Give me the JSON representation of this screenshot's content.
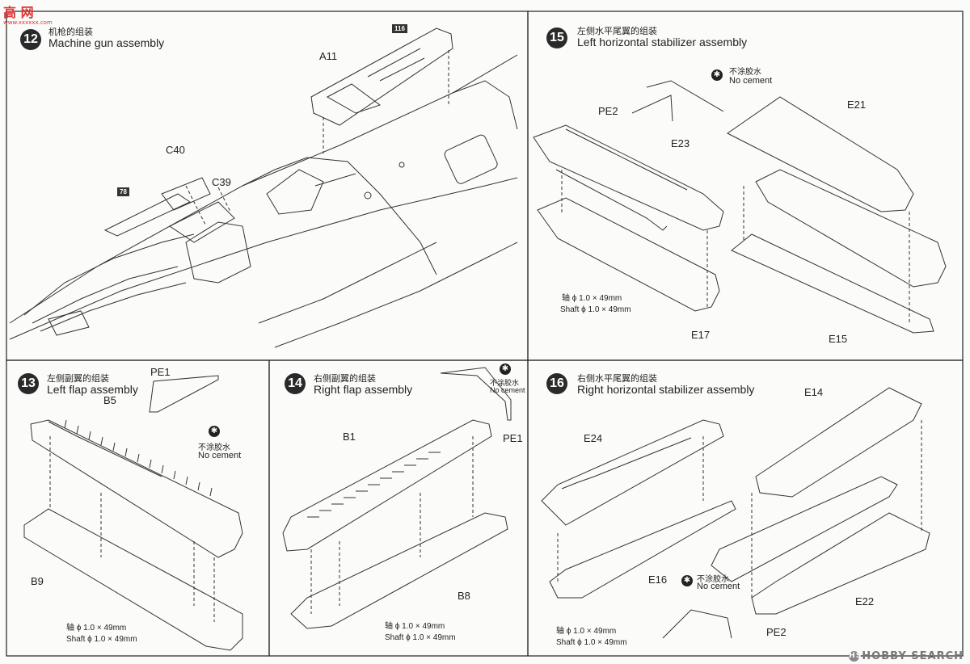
{
  "watermark_top": {
    "text": "高 网",
    "sub": "www.xxxxxx.com"
  },
  "watermark_bottom": {
    "text": "HOBBY SEARCH"
  },
  "no_cement": {
    "cn": "不涂胶水",
    "en": "No cement"
  },
  "shaft": {
    "cn": "轴 ϕ 1.0 × 49mm",
    "en": "Shaft ϕ 1.0 × 49mm"
  },
  "steps": {
    "s12": {
      "num": "12",
      "title_cn": "机枪的组装",
      "title_en": "Machine gun assembly",
      "parts": {
        "a11": "A11",
        "c40": "C40",
        "c39": "C39"
      },
      "page_refs": {
        "p116": "116",
        "p78": "78"
      }
    },
    "s13": {
      "num": "13",
      "title_cn": "左侧副翼的组装",
      "title_en": "Left flap assembly",
      "parts": {
        "pe1": "PE1",
        "b5": "B5",
        "b9": "B9"
      }
    },
    "s14": {
      "num": "14",
      "title_cn": "右侧副翼的组装",
      "title_en": "Right flap assembly",
      "parts": {
        "b1": "B1",
        "b8": "B8",
        "pe1": "PE1"
      }
    },
    "s15": {
      "num": "15",
      "title_cn": "左侧水平尾翼的组装",
      "title_en": "Left horizontal stabilizer assembly",
      "parts": {
        "pe2": "PE2",
        "e21": "E21",
        "e23": "E23",
        "e17": "E17",
        "e15": "E15"
      }
    },
    "s16": {
      "num": "16",
      "title_cn": "右侧水平尾翼的组装",
      "title_en": "Right horizontal stabilizer assembly",
      "parts": {
        "e14": "E14",
        "e24": "E24",
        "e16": "E16",
        "e22": "E22",
        "pe2": "PE2"
      }
    }
  }
}
